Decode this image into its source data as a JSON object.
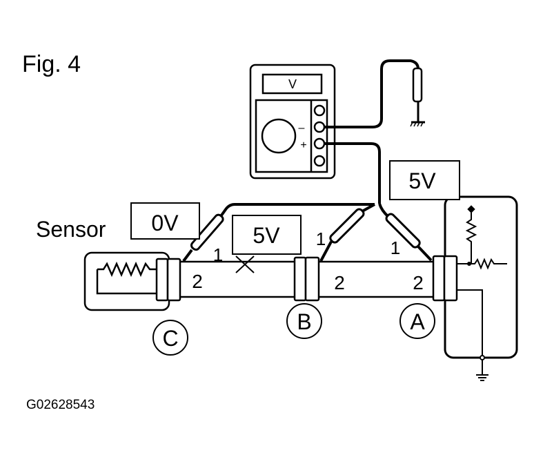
{
  "figure": {
    "title": "Fig. 4",
    "code": "G02628543"
  },
  "meter": {
    "display": "V",
    "terminal_minus": "–",
    "terminal_plus": "+"
  },
  "labels": {
    "sensor": "Sensor",
    "voltage_c": "0V",
    "voltage_open": "5V",
    "voltage_ecu": "5V"
  },
  "connectors": [
    {
      "id": "C",
      "pin_top": "1",
      "pin_bottom": "2"
    },
    {
      "id": "B",
      "pin_top": "1",
      "pin_bottom": "2"
    },
    {
      "id": "A",
      "pin_top": "1",
      "pin_bottom": "2"
    }
  ],
  "colors": {
    "ink": "#000000",
    "paper": "#ffffff"
  }
}
